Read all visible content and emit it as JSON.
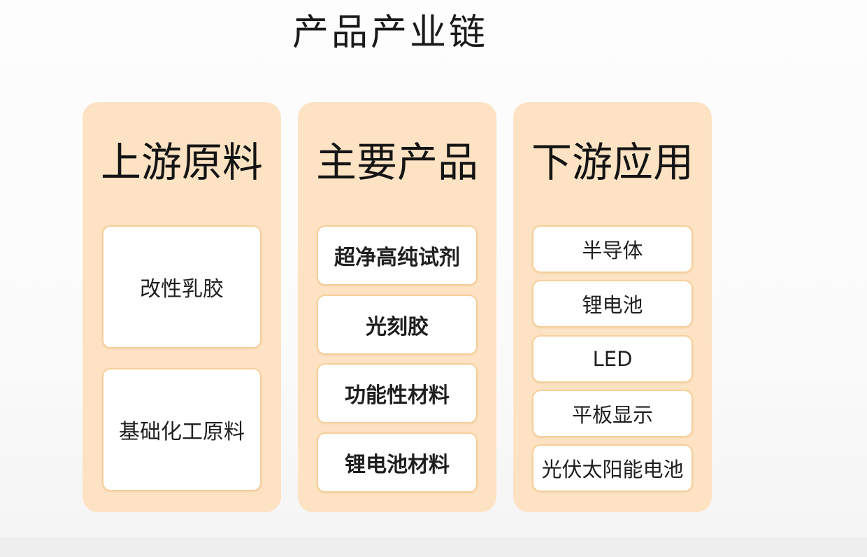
{
  "title": "产品产业链",
  "columns": [
    {
      "header": "上游原料",
      "items": [
        "改性乳胶",
        "基础化工原料"
      ]
    },
    {
      "header": "主要产品",
      "items": [
        "超净高纯试剂",
        "光刻胶",
        "功能性材料",
        "锂电池材料"
      ]
    },
    {
      "header": "下游应用",
      "items": [
        "半导体",
        "锂电池",
        "LED",
        "平板显示",
        "光伏太阳能电池"
      ]
    }
  ],
  "colors": {
    "column_fill": "#fde3c4",
    "card_border": "#f6cf9a",
    "card_fill": "#ffffff",
    "text": "#1a1a1a"
  }
}
